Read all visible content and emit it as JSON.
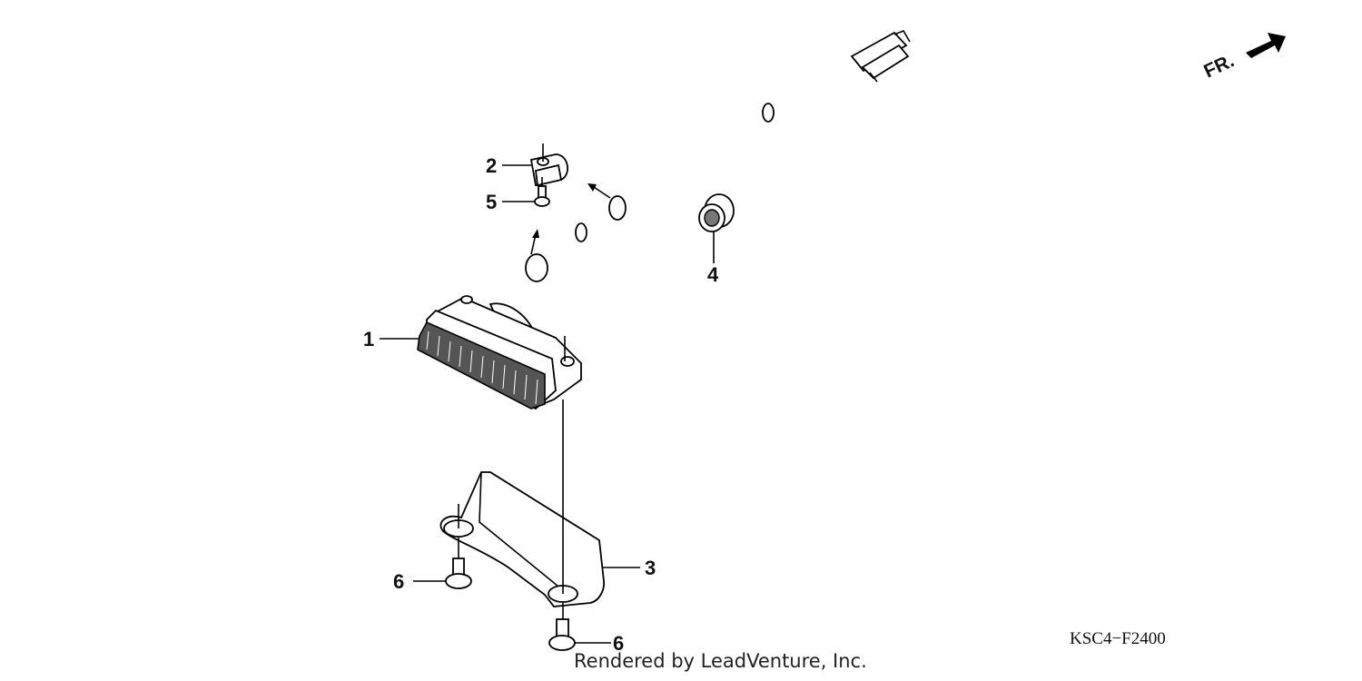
{
  "callouts": {
    "p1": "1",
    "p2": "2",
    "p3": "3",
    "p4": "4",
    "p5": "5",
    "p6a": "6",
    "p6b": "6"
  },
  "direction_label": "FR.",
  "diagram_code": "KSC4−F2400",
  "credit": "Rendered by LeadVenture, Inc.",
  "icons": {
    "front_arrow": "arrow-right-icon"
  }
}
